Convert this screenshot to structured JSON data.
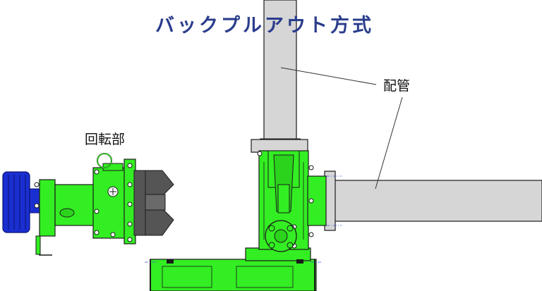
{
  "title": "バックプルアウト方式",
  "labels": {
    "pipe": "配管",
    "rotating_part": "回転部"
  },
  "colors": {
    "title": "#2a3d8c",
    "machine_green": "#33ee22",
    "pulley_blue": "#1a2fd0",
    "pipe_gray": "#d6d6d6",
    "outline": "#1a1a1a",
    "cutter_gray": "#555555"
  }
}
